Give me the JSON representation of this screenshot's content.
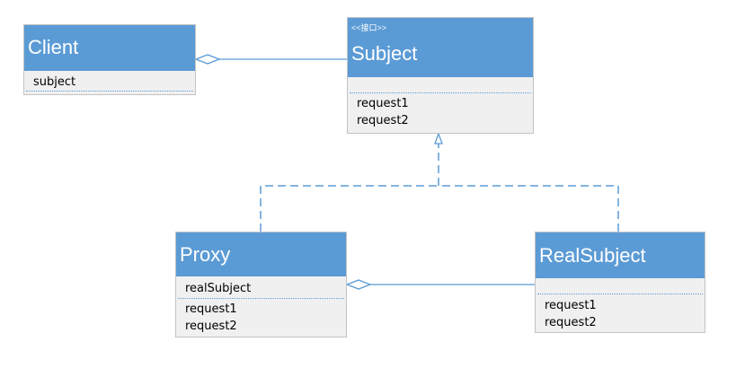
{
  "classes": {
    "client": {
      "name": "Client",
      "attributes": [
        "subject"
      ],
      "methods": []
    },
    "subject": {
      "stereotype": "<<接口>>",
      "name": "Subject",
      "attributes": [],
      "methods": [
        "request1",
        "request2"
      ]
    },
    "proxy": {
      "name": "Proxy",
      "attributes": [
        "realSubject"
      ],
      "methods": [
        "request1",
        "request2"
      ]
    },
    "realsubject": {
      "name": "RealSubject",
      "attributes": [],
      "methods": [
        "request1",
        "request2"
      ]
    }
  },
  "colors": {
    "header": "#5b9bd5",
    "body": "#f0f0f0",
    "connector": "#5b9bd5"
  }
}
